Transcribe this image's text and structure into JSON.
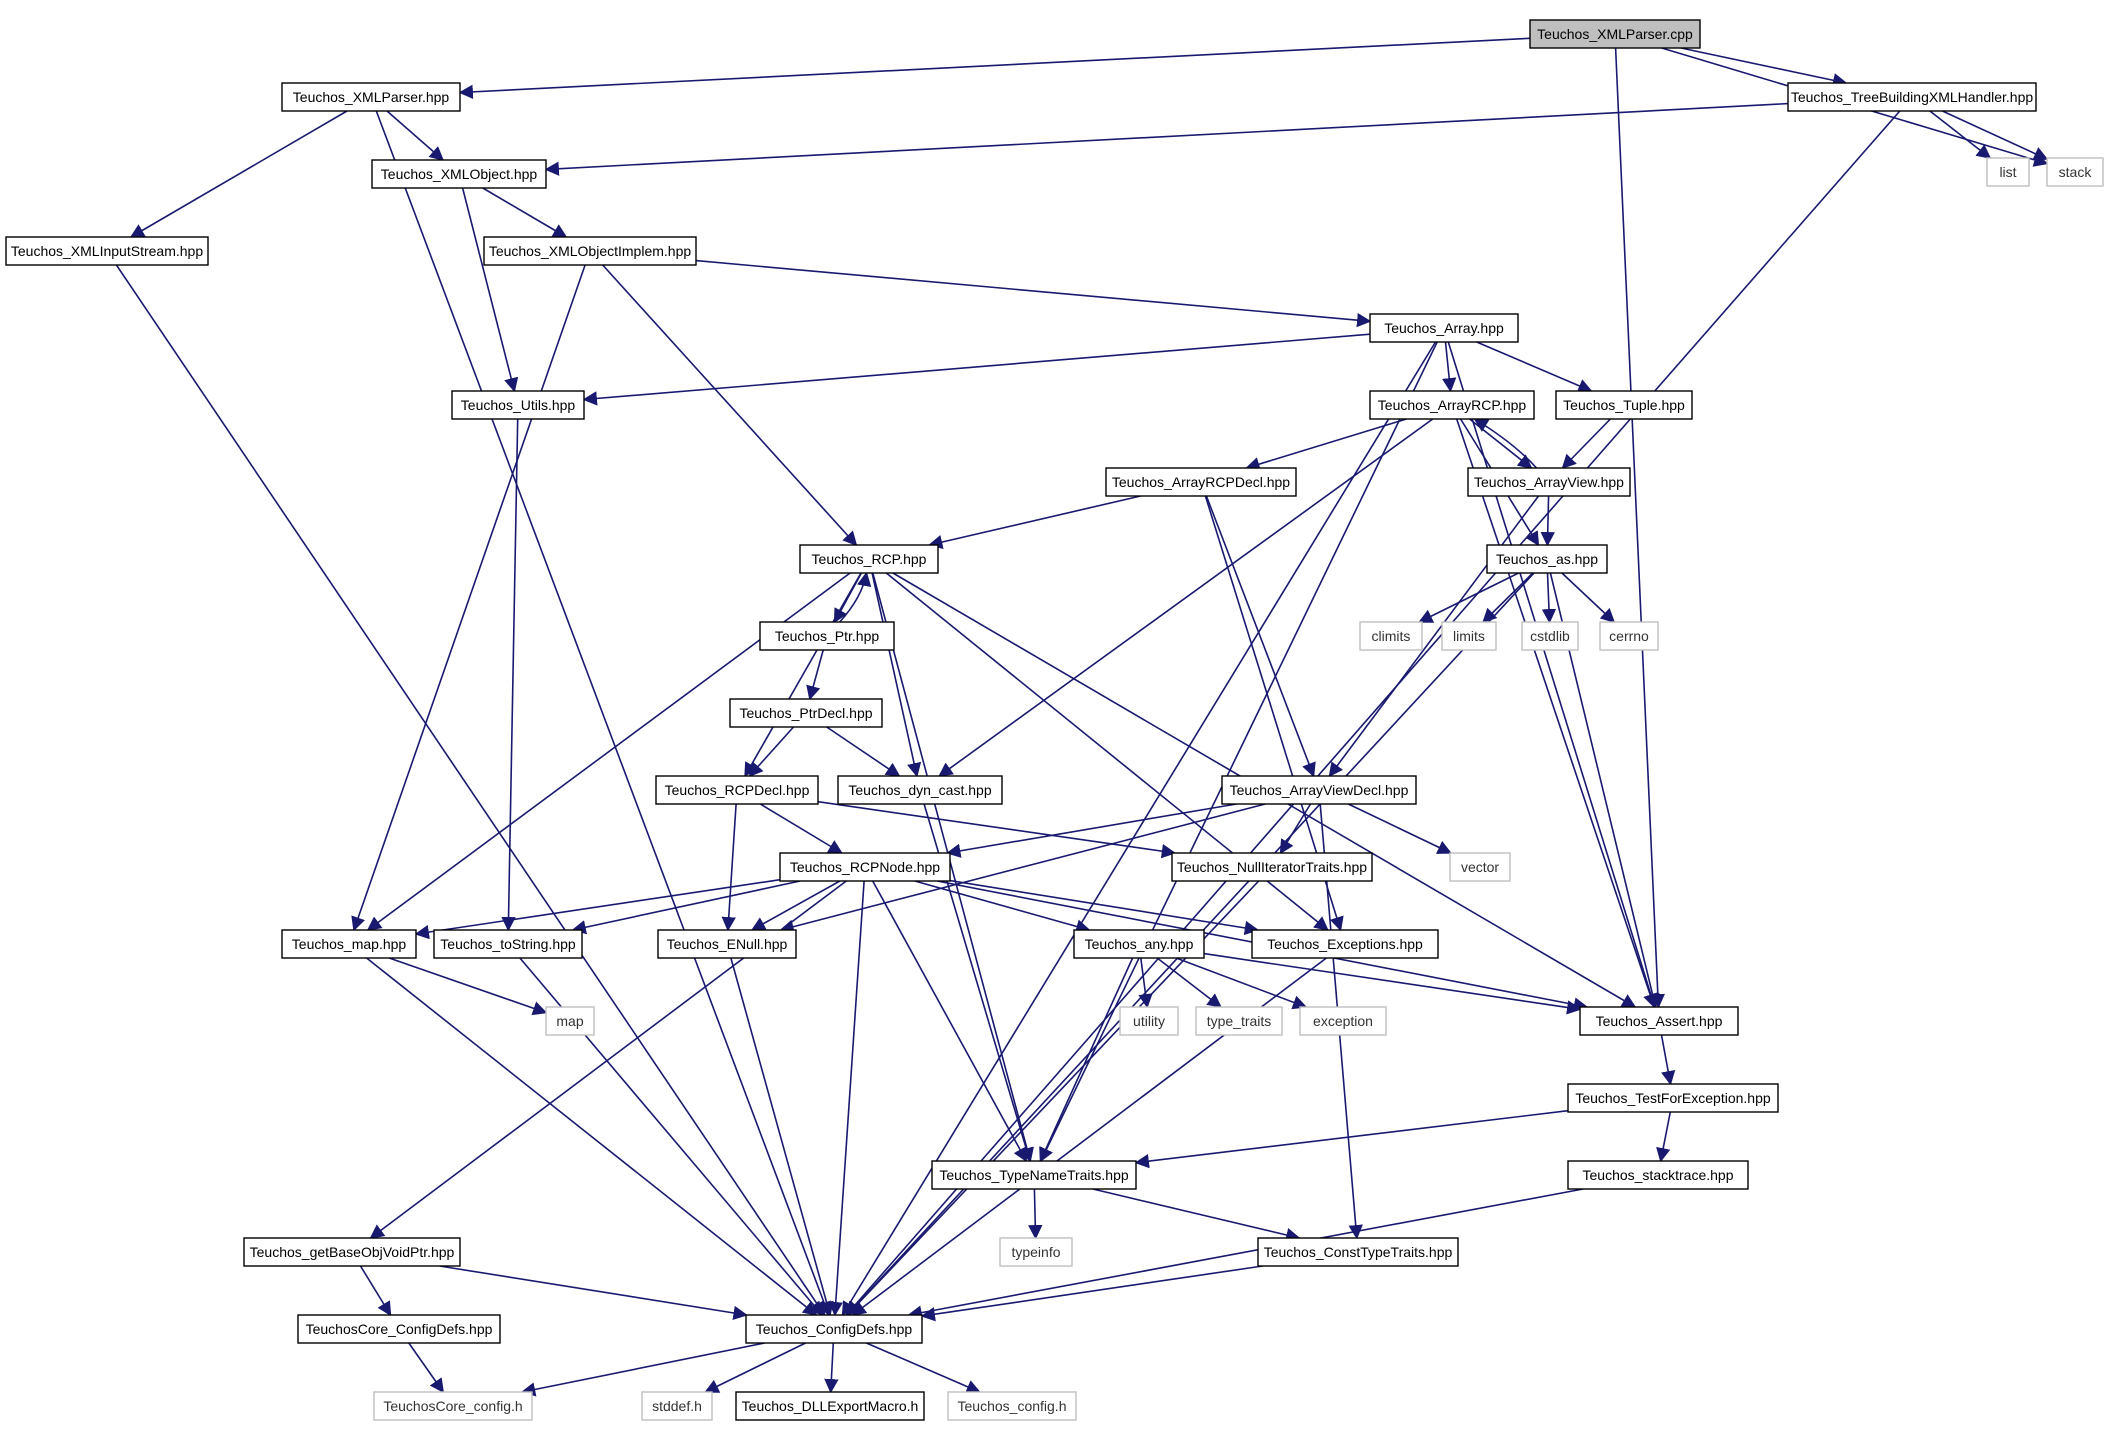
{
  "graph": {
    "root": "Teuchos_XMLParser.cpp",
    "nodes": [
      {
        "id": "root",
        "label": "Teuchos_XMLParser.cpp",
        "kind": "root"
      },
      {
        "id": "xmlparser",
        "label": "Teuchos_XMLParser.hpp",
        "kind": "hdr"
      },
      {
        "id": "treebuild",
        "label": "Teuchos_TreeBuildingXMLHandler.hpp",
        "kind": "hdr"
      },
      {
        "id": "list",
        "label": "list",
        "kind": "sys"
      },
      {
        "id": "stack",
        "label": "stack",
        "kind": "sys"
      },
      {
        "id": "xmlobject",
        "label": "Teuchos_XMLObject.hpp",
        "kind": "hdr"
      },
      {
        "id": "xmlinput",
        "label": "Teuchos_XMLInputStream.hpp",
        "kind": "hdr"
      },
      {
        "id": "xmlobjimpl",
        "label": "Teuchos_XMLObjectImplem.hpp",
        "kind": "hdr"
      },
      {
        "id": "array",
        "label": "Teuchos_Array.hpp",
        "kind": "hdr"
      },
      {
        "id": "utils",
        "label": "Teuchos_Utils.hpp",
        "kind": "hdr"
      },
      {
        "id": "arrayrcp",
        "label": "Teuchos_ArrayRCP.hpp",
        "kind": "hdr"
      },
      {
        "id": "tuple",
        "label": "Teuchos_Tuple.hpp",
        "kind": "hdr"
      },
      {
        "id": "arrayrcpdecl",
        "label": "Teuchos_ArrayRCPDecl.hpp",
        "kind": "hdr"
      },
      {
        "id": "arrayview",
        "label": "Teuchos_ArrayView.hpp",
        "kind": "hdr"
      },
      {
        "id": "rcp",
        "label": "Teuchos_RCP.hpp",
        "kind": "hdr"
      },
      {
        "id": "as",
        "label": "Teuchos_as.hpp",
        "kind": "hdr"
      },
      {
        "id": "ptr",
        "label": "Teuchos_Ptr.hpp",
        "kind": "hdr"
      },
      {
        "id": "climits",
        "label": "climits",
        "kind": "sys"
      },
      {
        "id": "limits",
        "label": "limits",
        "kind": "sys"
      },
      {
        "id": "cstdlib",
        "label": "cstdlib",
        "kind": "sys"
      },
      {
        "id": "cerrno",
        "label": "cerrno",
        "kind": "sys"
      },
      {
        "id": "ptrdecl",
        "label": "Teuchos_PtrDecl.hpp",
        "kind": "hdr"
      },
      {
        "id": "rcpdecl",
        "label": "Teuchos_RCPDecl.hpp",
        "kind": "hdr"
      },
      {
        "id": "dyncast",
        "label": "Teuchos_dyn_cast.hpp",
        "kind": "hdr"
      },
      {
        "id": "arrayviewdecl",
        "label": "Teuchos_ArrayViewDecl.hpp",
        "kind": "hdr"
      },
      {
        "id": "rcpnode",
        "label": "Teuchos_RCPNode.hpp",
        "kind": "hdr"
      },
      {
        "id": "nulliter",
        "label": "Teuchos_NullIteratorTraits.hpp",
        "kind": "hdr"
      },
      {
        "id": "vector",
        "label": "vector",
        "kind": "sys"
      },
      {
        "id": "map_hpp",
        "label": "Teuchos_map.hpp",
        "kind": "hdr"
      },
      {
        "id": "tostring",
        "label": "Teuchos_toString.hpp",
        "kind": "hdr"
      },
      {
        "id": "enull",
        "label": "Teuchos_ENull.hpp",
        "kind": "hdr"
      },
      {
        "id": "any",
        "label": "Teuchos_any.hpp",
        "kind": "hdr"
      },
      {
        "id": "exceptions",
        "label": "Teuchos_Exceptions.hpp",
        "kind": "hdr"
      },
      {
        "id": "map",
        "label": "map",
        "kind": "sys"
      },
      {
        "id": "utility",
        "label": "utility",
        "kind": "sys"
      },
      {
        "id": "type_traits",
        "label": "type_traits",
        "kind": "sys"
      },
      {
        "id": "exception",
        "label": "exception",
        "kind": "sys"
      },
      {
        "id": "assert",
        "label": "Teuchos_Assert.hpp",
        "kind": "hdr"
      },
      {
        "id": "testforexc",
        "label": "Teuchos_TestForException.hpp",
        "kind": "hdr"
      },
      {
        "id": "typenametraits",
        "label": "Teuchos_TypeNameTraits.hpp",
        "kind": "hdr"
      },
      {
        "id": "stacktrace",
        "label": "Teuchos_stacktrace.hpp",
        "kind": "hdr"
      },
      {
        "id": "getbase",
        "label": "Teuchos_getBaseObjVoidPtr.hpp",
        "kind": "hdr"
      },
      {
        "id": "typeinfo",
        "label": "typeinfo",
        "kind": "sys"
      },
      {
        "id": "consttype",
        "label": "Teuchos_ConstTypeTraits.hpp",
        "kind": "hdr"
      },
      {
        "id": "coreconfigdefs",
        "label": "TeuchosCore_ConfigDefs.hpp",
        "kind": "hdr"
      },
      {
        "id": "configdefs",
        "label": "Teuchos_ConfigDefs.hpp",
        "kind": "hdr"
      },
      {
        "id": "coreconfig",
        "label": "TeuchosCore_config.h",
        "kind": "sys"
      },
      {
        "id": "stddef",
        "label": "stddef.h",
        "kind": "sys"
      },
      {
        "id": "dllexport",
        "label": "Teuchos_DLLExportMacro.h",
        "kind": "hdr"
      },
      {
        "id": "config",
        "label": "Teuchos_config.h",
        "kind": "sys"
      }
    ],
    "edges": [
      [
        "root",
        "xmlparser"
      ],
      [
        "root",
        "treebuild"
      ],
      [
        "root",
        "stack"
      ],
      [
        "root",
        "assert"
      ],
      [
        "xmlparser",
        "xmlobject"
      ],
      [
        "xmlparser",
        "xmlinput"
      ],
      [
        "xmlparser",
        "configdefs"
      ],
      [
        "treebuild",
        "xmlobject"
      ],
      [
        "treebuild",
        "list"
      ],
      [
        "treebuild",
        "stack"
      ],
      [
        "treebuild",
        "configdefs"
      ],
      [
        "xmlobject",
        "xmlobjimpl"
      ],
      [
        "xmlobject",
        "utils"
      ],
      [
        "xmlinput",
        "configdefs"
      ],
      [
        "xmlobjimpl",
        "array"
      ],
      [
        "xmlobjimpl",
        "map_hpp"
      ],
      [
        "xmlobjimpl",
        "rcp"
      ],
      [
        "array",
        "utils"
      ],
      [
        "array",
        "arrayrcp"
      ],
      [
        "array",
        "tuple"
      ],
      [
        "array",
        "assert"
      ],
      [
        "array",
        "typenametraits"
      ],
      [
        "array",
        "configdefs"
      ],
      [
        "utils",
        "tostring"
      ],
      [
        "arrayrcp",
        "arrayrcpdecl"
      ],
      [
        "arrayrcp",
        "arrayview"
      ],
      [
        "arrayrcp",
        "as"
      ],
      [
        "arrayrcp",
        "dyncast"
      ],
      [
        "arrayrcp",
        "assert"
      ],
      [
        "tuple",
        "arrayview"
      ],
      [
        "arrayview",
        "arrayrcp"
      ],
      [
        "arrayview",
        "as"
      ],
      [
        "arrayview",
        "arrayviewdecl"
      ],
      [
        "arrayrcpdecl",
        "rcp"
      ],
      [
        "arrayrcpdecl",
        "arrayviewdecl"
      ],
      [
        "arrayrcpdecl",
        "exceptions"
      ],
      [
        "rcp",
        "ptr"
      ],
      [
        "rcp",
        "rcpdecl"
      ],
      [
        "rcp",
        "dyncast"
      ],
      [
        "rcp",
        "map_hpp"
      ],
      [
        "rcp",
        "exceptions"
      ],
      [
        "rcp",
        "typenametraits"
      ],
      [
        "rcp",
        "assert"
      ],
      [
        "ptr",
        "rcp"
      ],
      [
        "ptr",
        "ptrdecl"
      ],
      [
        "ptrdecl",
        "rcpdecl"
      ],
      [
        "ptrdecl",
        "dyncast"
      ],
      [
        "as",
        "climits"
      ],
      [
        "as",
        "limits"
      ],
      [
        "as",
        "cstdlib"
      ],
      [
        "as",
        "cerrno"
      ],
      [
        "as",
        "assert"
      ],
      [
        "as",
        "configdefs"
      ],
      [
        "rcpdecl",
        "rcpnode"
      ],
      [
        "rcpdecl",
        "enull"
      ],
      [
        "rcpdecl",
        "nulliter"
      ],
      [
        "dyncast",
        "typenametraits"
      ],
      [
        "arrayviewdecl",
        "rcpnode"
      ],
      [
        "arrayviewdecl",
        "nulliter"
      ],
      [
        "arrayviewdecl",
        "vector"
      ],
      [
        "arrayviewdecl",
        "enull"
      ],
      [
        "arrayviewdecl",
        "consttype"
      ],
      [
        "rcpnode",
        "map_hpp"
      ],
      [
        "rcpnode",
        "tostring"
      ],
      [
        "rcpnode",
        "enull"
      ],
      [
        "rcpnode",
        "any"
      ],
      [
        "rcpnode",
        "exceptions"
      ],
      [
        "rcpnode",
        "assert"
      ],
      [
        "rcpnode",
        "typenametraits"
      ],
      [
        "rcpnode",
        "getbase"
      ],
      [
        "rcpnode",
        "configdefs"
      ],
      [
        "nulliter",
        "configdefs"
      ],
      [
        "map_hpp",
        "map"
      ],
      [
        "map_hpp",
        "configdefs"
      ],
      [
        "tostring",
        "configdefs"
      ],
      [
        "enull",
        "configdefs"
      ],
      [
        "any",
        "utility"
      ],
      [
        "any",
        "type_traits"
      ],
      [
        "any",
        "exception"
      ],
      [
        "any",
        "assert"
      ],
      [
        "any",
        "typenametraits"
      ],
      [
        "exceptions",
        "configdefs"
      ],
      [
        "assert",
        "testforexc"
      ],
      [
        "testforexc",
        "typenametraits"
      ],
      [
        "testforexc",
        "stacktrace"
      ],
      [
        "stacktrace",
        "configdefs"
      ],
      [
        "typenametraits",
        "typeinfo"
      ],
      [
        "typenametraits",
        "consttype"
      ],
      [
        "consttype",
        "configdefs"
      ],
      [
        "getbase",
        "coreconfigdefs"
      ],
      [
        "getbase",
        "configdefs"
      ],
      [
        "coreconfigdefs",
        "coreconfig"
      ],
      [
        "configdefs",
        "coreconfig"
      ],
      [
        "configdefs",
        "stddef"
      ],
      [
        "configdefs",
        "dllexport"
      ],
      [
        "configdefs",
        "config"
      ]
    ]
  },
  "colors": {
    "edge": "#191970",
    "root_fill": "#bfbfbf",
    "node_border": "#000000",
    "sys_border": "#bfbfbf"
  }
}
